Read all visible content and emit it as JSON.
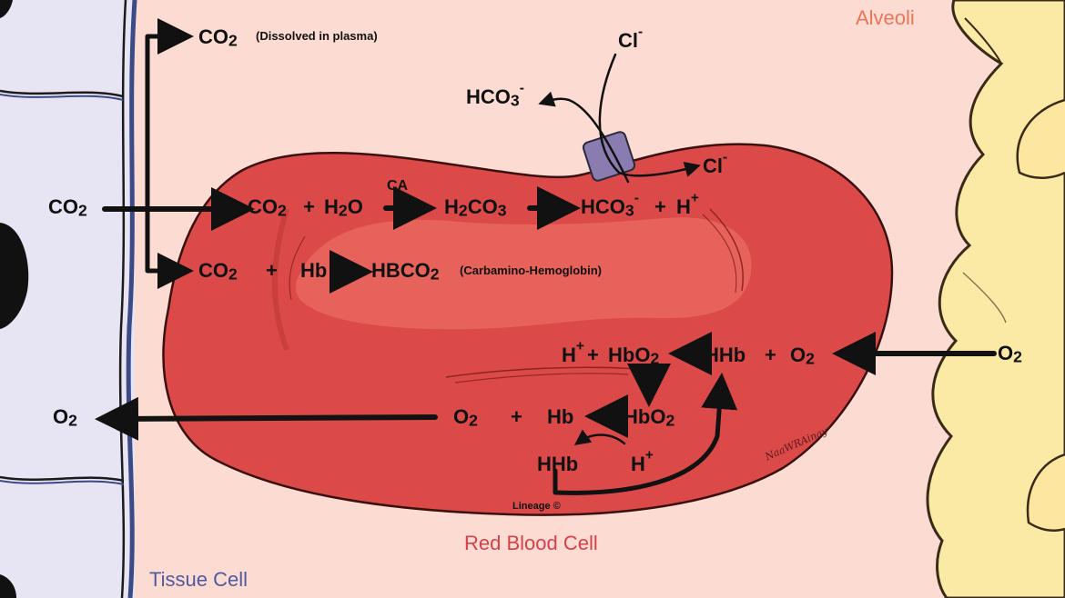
{
  "labels": {
    "alveoli": "Alveoli",
    "tissue_cell": "Tissue Cell",
    "red_blood_cell": "Red Blood Cell",
    "lineage": "Lineage ©",
    "signature": "NaaWRAinay"
  },
  "colors": {
    "background": "#fcdcd2",
    "tissue_cell": "#e7e4f4",
    "tissue_border": "#3c4a86",
    "alveoli": "#fbe9a6",
    "rbc_fill": "#db4a48",
    "rbc_center": "#ea6b62",
    "alveoli_label": "#e8765a",
    "rbc_label": "#d6404a",
    "tissue_label": "#4f5aa0",
    "channel": "#8a7cb0"
  },
  "chemistry": {
    "co2_dissolved": {
      "formula": "CO",
      "sub": "2",
      "note": "(Dissolved in plasma)"
    },
    "co2_tissue": {
      "formula": "CO",
      "sub": "2"
    },
    "reaction1": {
      "co2": "CO",
      "co2_sub": "2",
      "plus": "+",
      "h2o_a": "H",
      "h2o_sub": "2",
      "h2o_b": "O",
      "catalyst": "CA",
      "h2co3_a": "H",
      "h2co3_sub": "2",
      "h2co3_b": "CO",
      "h2co3_sub2": "3",
      "hco3_a": "HCO",
      "hco3_sub": "3",
      "hco3_sup": "-",
      "plus2": "+",
      "h": "H",
      "h_sup": "+"
    },
    "reaction2": {
      "co2": "CO",
      "co2_sub": "2",
      "plus": "+",
      "hb": "Hb",
      "hbco2": "HBCO",
      "hbco2_sub": "2",
      "note": "(Carbamino-Hemoglobin)"
    },
    "chloride_shift": {
      "cl_out": "Cl",
      "cl_out_sup": "-",
      "cl_in": "Cl",
      "cl_in_sup": "-",
      "hco3_out": "HCO",
      "hco3_out_sub": "3",
      "hco3_out_sup": "-"
    },
    "oxygen_loading": {
      "o2_alveoli": "O",
      "o2_alveoli_sub": "2",
      "h": "H",
      "h_sup": "+",
      "plus": "+",
      "hbo2": "HbO",
      "hbo2_sub": "2",
      "hhb": "HHb",
      "plus2": "+",
      "o2": "O",
      "o2_sub": "2"
    },
    "oxygen_unloading": {
      "o2_tissue": "O",
      "o2_tissue_sub": "2",
      "o2": "O",
      "o2_sub": "2",
      "plus": "+",
      "hb": "Hb",
      "hbo2": "HbO",
      "hbo2_sub": "2",
      "hhb": "HHb",
      "h": "H",
      "h_sup": "+"
    }
  }
}
